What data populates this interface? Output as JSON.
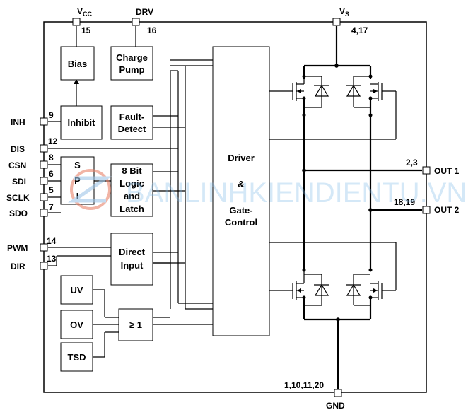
{
  "pins": {
    "vcc_main": "V",
    "vcc_sub": "CC",
    "vcc_num": "15",
    "drv_name": "DRV",
    "drv_num": "16",
    "vs_main": "V",
    "vs_sub": "S",
    "vs_num": "4,17",
    "inh_name": "INH",
    "inh_num": "9",
    "dis_name": "DIS",
    "dis_num": "12",
    "csn_name": "CSN",
    "csn_num": "8",
    "sdi_name": "SDI",
    "sdi_num": "6",
    "sclk_name": "SCLK",
    "sclk_num": "5",
    "sdo_name": "SDO",
    "sdo_num": "7",
    "pwm_name": "PWM",
    "pwm_num": "14",
    "dir_name": "DIR",
    "dir_num": "13",
    "out1_name": "OUT 1",
    "out1_num": "2,3",
    "out2_name": "OUT 2",
    "out2_num": "18,19",
    "gnd_name": "GND",
    "gnd_num": "1,10,11,20"
  },
  "blocks": {
    "bias": "Bias",
    "charge_l1": "Charge",
    "charge_l2": "Pump",
    "inhibit": "Inhibit",
    "fault_l1": "Fault-",
    "fault_l2": "Detect",
    "spi_s": "S",
    "spi_p": "P",
    "spi_i": "I",
    "logic_l1": "8 Bit",
    "logic_l2": "Logic",
    "logic_l3": "and",
    "logic_l4": "Latch",
    "direct_l1": "Direct",
    "direct_l2": "Input",
    "uv": "UV",
    "ov": "OV",
    "tsd": "TSD",
    "or_gate": "≥ 1",
    "driver_l1": "Driver",
    "driver_l2": "&",
    "driver_l3": "Gate-",
    "driver_l4": "Control"
  },
  "watermark": "BANLINHKIENDIENTU.VN"
}
